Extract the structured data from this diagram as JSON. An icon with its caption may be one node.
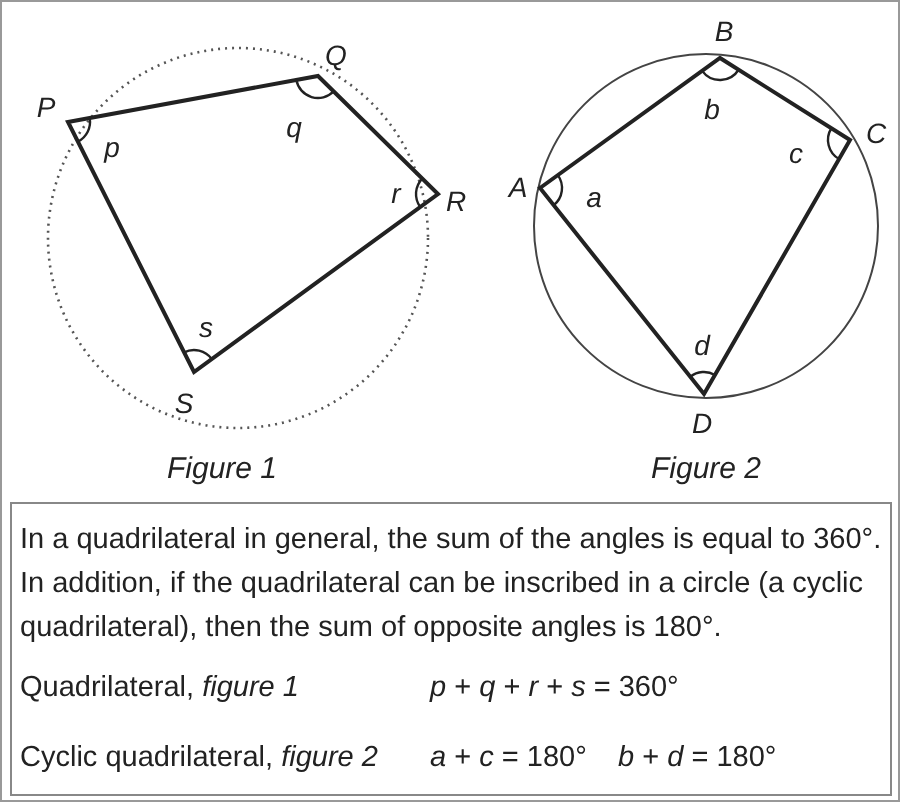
{
  "diagram": {
    "labels": [
      "P",
      "Q",
      "p",
      "q",
      "r",
      "R",
      "s",
      "S",
      "B",
      "A",
      "C",
      "b",
      "a",
      "c",
      "d",
      "D",
      "Figure 1",
      "Figure 2",
      "In a quadrilateral in general, the sum of the angles is equal to 360°. In addition, if the quadrilateral can be inscribed in a circle (a cyclic quadrilateral), then the sum of opposite angles is 180°.",
      "Quadrilateral, *figure 1*",
      "*p* + *q* + *r* + *s* = 360°",
      "Cyclic quadrilateral, *figure 2*",
      "*a* + *c* = 180°",
      "*b* + *d* = 180°"
    ]
  }
}
